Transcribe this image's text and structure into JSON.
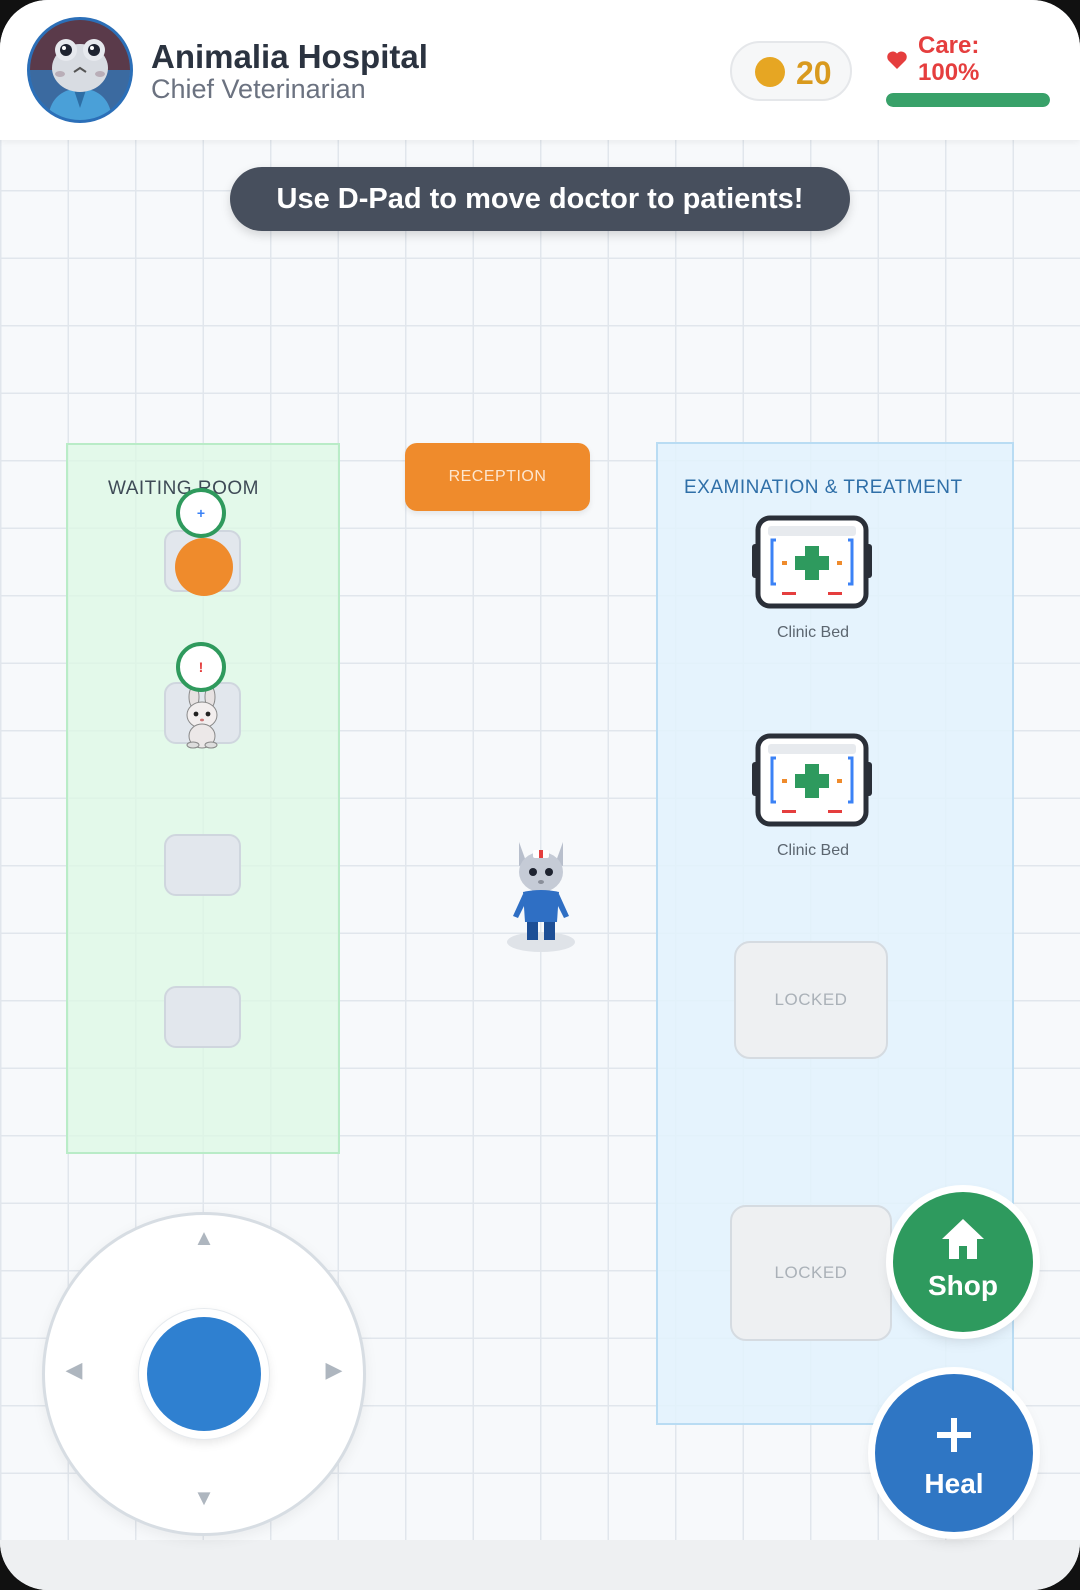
{
  "header": {
    "title": "Animalia Hospital",
    "subtitle": "Chief Veterinarian",
    "coins": "20",
    "care_label": "Care:",
    "care_value": "100%",
    "care_fraction": 1.0
  },
  "hint": "Use D-Pad to move doctor to patients!",
  "waiting_room": {
    "label": "WAITING ROOM",
    "patients": [
      {
        "status_symbol": "+",
        "status_color": "#3b82f6"
      },
      {
        "status_symbol": "!",
        "status_color": "#e53e3e"
      }
    ]
  },
  "reception": {
    "label": "RECEPTION"
  },
  "exam_room": {
    "label": "EXAMINATION & TREATMENT",
    "beds": [
      {
        "label": "Clinic Bed"
      },
      {
        "label": "Clinic Bed"
      }
    ],
    "locked": [
      {
        "label": "LOCKED"
      },
      {
        "label": "LOCKED"
      }
    ]
  },
  "dpad": {
    "up": "▲",
    "down": "▼",
    "left": "◀",
    "right": "▶"
  },
  "actions": {
    "shop_label": "Shop",
    "heal_label": "Heal"
  },
  "colors": {
    "coin": "#e6a623",
    "care_bar": "#38a169",
    "reception": "#ef8b2c",
    "shop": "#2e9a5e",
    "heal": "#2f76c4",
    "dpad_knob": "#2f80d0"
  }
}
